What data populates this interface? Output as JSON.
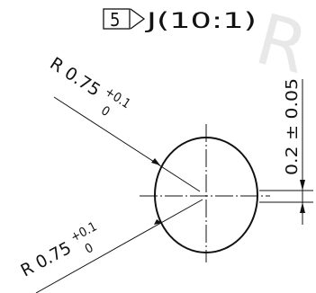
{
  "detail": {
    "callout_number": "5",
    "view_label": "J(10:1)"
  },
  "watermark": {
    "text": "R",
    "color": "#e6e6e6"
  },
  "annotations": {
    "top_radius": {
      "prefix": "R 0.75",
      "upper": "+0.1",
      "lower": "0"
    },
    "bottom_radius": {
      "prefix": "R 0.75",
      "upper": "+0.1",
      "lower": "0"
    },
    "width_dimension": {
      "text": "0.2 ± 0.05"
    }
  },
  "colors": {
    "ink": "#111111",
    "background": "#ffffff"
  }
}
